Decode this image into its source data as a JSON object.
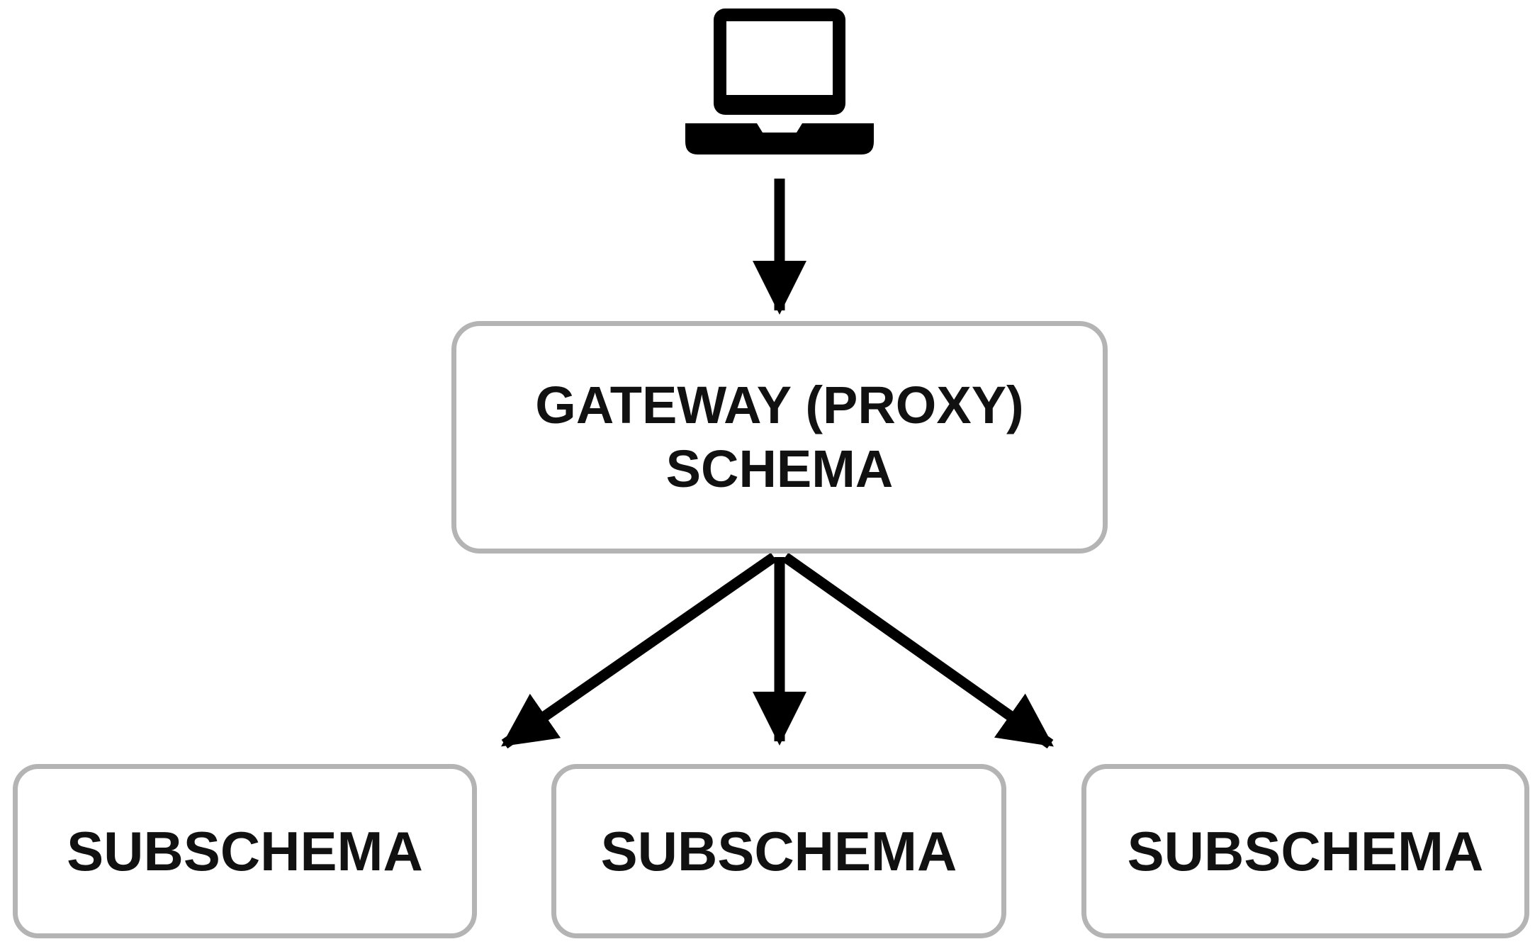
{
  "diagram": {
    "client": {
      "icon": "laptop-icon"
    },
    "gateway": {
      "label": "GATEWAY (PROXY) SCHEMA",
      "lines": [
        "GATEWAY (PROXY)",
        "SCHEMA"
      ]
    },
    "subschemas": [
      {
        "label": "SUBSCHEMA"
      },
      {
        "label": "SUBSCHEMA"
      },
      {
        "label": "SUBSCHEMA"
      }
    ],
    "edges": [
      {
        "from": "laptop",
        "to": "gateway-schema"
      },
      {
        "from": "gateway-schema",
        "to": "subschema-1"
      },
      {
        "from": "gateway-schema",
        "to": "subschema-2"
      },
      {
        "from": "gateway-schema",
        "to": "subschema-3"
      }
    ],
    "colors": {
      "background": "#ffffff",
      "box_fill": "#ffffff",
      "box_border": "#b4b4b4",
      "text": "#111111",
      "arrow": "#000000",
      "laptop": "#000000"
    }
  }
}
